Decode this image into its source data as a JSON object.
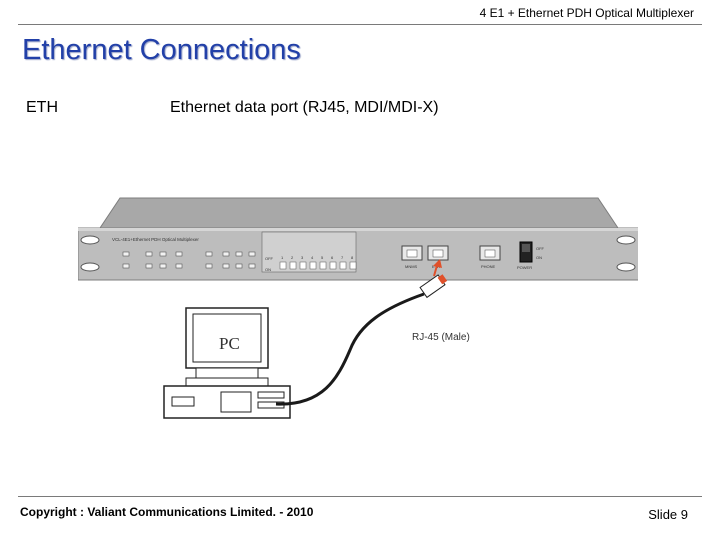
{
  "header": {
    "title": "4 E1 + Ethernet PDH Optical Multiplexer"
  },
  "slide": {
    "title": "Ethernet Connections",
    "term": "ETH",
    "definition": "Ethernet data port (RJ45, MDI/MDI-X)"
  },
  "figure": {
    "device_label": "VCL-4E1+Ethernet PDH Optical Multiplexer",
    "pc_label": "PC",
    "connector_label": "RJ-45 (Male)",
    "port_labels": [
      "MNMS",
      "ETH",
      "PHONE"
    ],
    "switch_labels": [
      "OFF",
      "ON"
    ],
    "power_label": "POWER",
    "dip_numbers": [
      "1",
      "2",
      "3",
      "4",
      "5",
      "6",
      "7",
      "8"
    ],
    "dip_off": "OFF",
    "dip_on": "ON",
    "colors": {
      "chassis": "#b9b9b9",
      "cable": "#1a1a1a",
      "connector": "#e0502a"
    }
  },
  "footer": {
    "copyright": "Copyright : Valiant Communications Limited. - 2010",
    "slide_number": "Slide 9"
  }
}
